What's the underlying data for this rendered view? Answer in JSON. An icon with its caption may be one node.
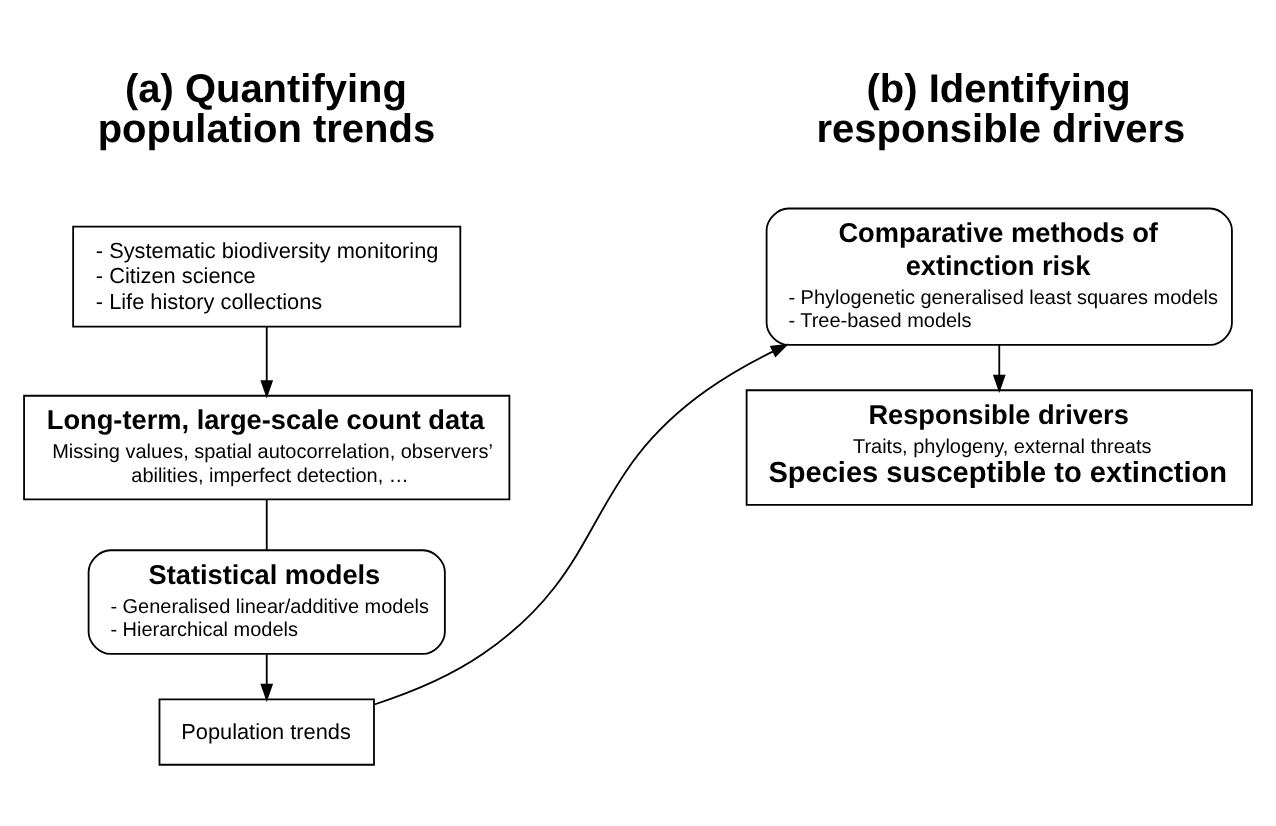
{
  "diagram": {
    "nodes": [
      {
        "text": [
          "- Systematic biodiversity monitoring",
          "- Citizen science",
          "- Life history collections"
        ]
      },
      {
        "text": [
          "Long-term, large-scale count data",
          "Missing values, spatial autocorrelation, observers’ abilities, imperfect detection, …"
        ]
      },
      {
        "text": [
          "Statistical models",
          "- Generalised linear/additive models",
          "- Hierarchical models"
        ]
      },
      {
        "text": [
          "Population trends"
        ]
      },
      {
        "text": [
          "Comparative methods of extinction risk",
          "- Phylogenetic generalised least squares models",
          "- Tree-based models"
        ]
      },
      {
        "text": [
          "Responsible drivers",
          "Traits, phylogeny, external threats",
          "Species susceptible to extinction"
        ]
      }
    ],
    "edges": [
      {
        "from": 0,
        "to": 1,
        "arrow": "to"
      },
      {
        "from": 1,
        "to": 2,
        "arrow": "none"
      },
      {
        "from": 2,
        "to": 3,
        "arrow": "to"
      },
      {
        "from": 3,
        "to": 4,
        "arrow": "to"
      },
      {
        "from": 4,
        "to": 5,
        "arrow": "to"
      }
    ],
    "labels": [
      "(a) Quantifying population trends",
      "(b) Identifying responsible drivers"
    ]
  }
}
